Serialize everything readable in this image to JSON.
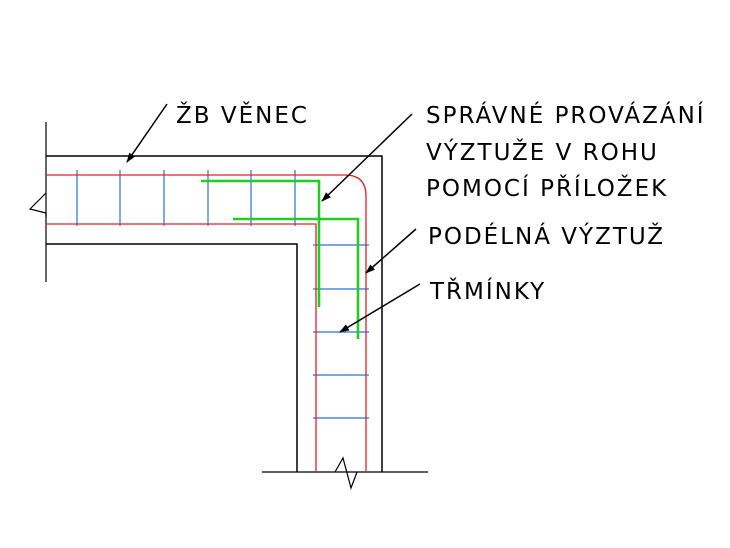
{
  "labels": {
    "venec": "ŽB VĚNEC",
    "spravne_line1": "SPRÁVNÉ PROVÁZÁNÍ",
    "spravne_line2": "VÝZTUŽE V ROHU",
    "spravne_line3": "POMOCÍ PŘÍLOŽEK",
    "podelna": "PODÉLNÁ VÝZTUŽ",
    "trminky": "TŘMÍNKY"
  },
  "colors": {
    "outline": "#000000",
    "longitudinal_rebar": "#e0202a",
    "stirrups": "#2a6fdb",
    "lap_bars": "#22cc22"
  }
}
